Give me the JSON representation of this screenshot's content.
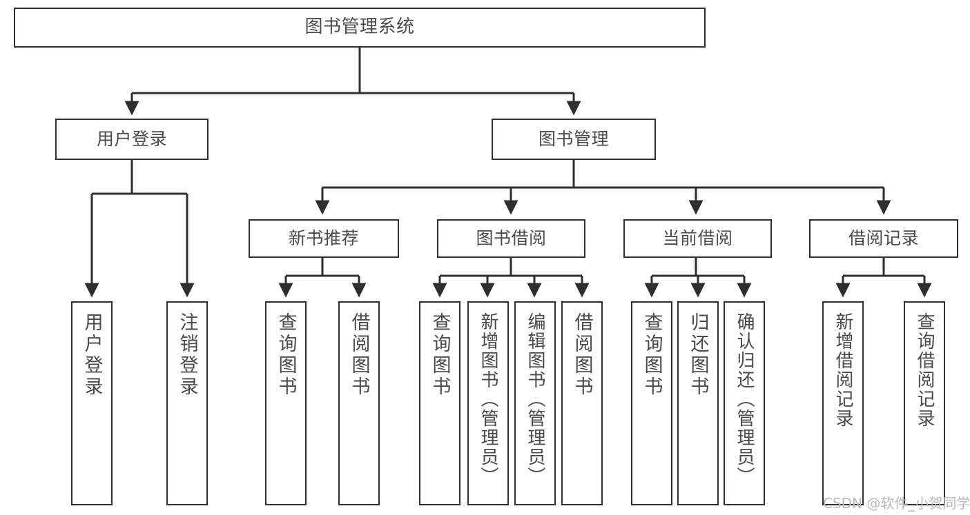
{
  "diagram": {
    "title_node": {
      "label": "图书管理系统"
    },
    "level2": [
      {
        "id": "user-login",
        "label": "用户登录"
      },
      {
        "id": "book-management",
        "label": "图书管理"
      }
    ],
    "level3": [
      {
        "id": "new-book-recommend",
        "label": "新书推荐"
      },
      {
        "id": "book-borrow",
        "label": "图书借阅"
      },
      {
        "id": "current-borrow",
        "label": "当前借阅"
      },
      {
        "id": "borrow-record",
        "label": "借阅记录"
      }
    ],
    "leaves": {
      "user_login": [
        {
          "id": "leaf-user-login",
          "label": "用户登录"
        },
        {
          "id": "leaf-logout-login",
          "label": "注销登录"
        }
      ],
      "new_book_recommend": [
        {
          "id": "leaf-query-book-1",
          "label": "查询图书"
        },
        {
          "id": "leaf-borrow-book-1",
          "label": "借阅图书"
        }
      ],
      "book_borrow": [
        {
          "id": "leaf-query-book-2",
          "label": "查询图书"
        },
        {
          "id": "leaf-add-book",
          "label": "新增图书（管理员）"
        },
        {
          "id": "leaf-edit-book",
          "label": "编辑图书（管理员）"
        },
        {
          "id": "leaf-borrow-book-2",
          "label": "借阅图书"
        }
      ],
      "current_borrow": [
        {
          "id": "leaf-query-book-3",
          "label": "查询图书"
        },
        {
          "id": "leaf-return-book",
          "label": "归还图书"
        },
        {
          "id": "leaf-confirm-return",
          "label": "确认归还（管理员）"
        }
      ],
      "borrow_record": [
        {
          "id": "leaf-add-record",
          "label": "新增借阅记录"
        },
        {
          "id": "leaf-query-record",
          "label": "查询借阅记录"
        }
      ]
    }
  },
  "watermark": {
    "text": "CSDN @软件_小贺同学"
  },
  "colors": {
    "stroke": "#2e2e2e",
    "text": "#4a4a4a",
    "background": "#ffffff",
    "watermark": "#b9b9b9"
  }
}
